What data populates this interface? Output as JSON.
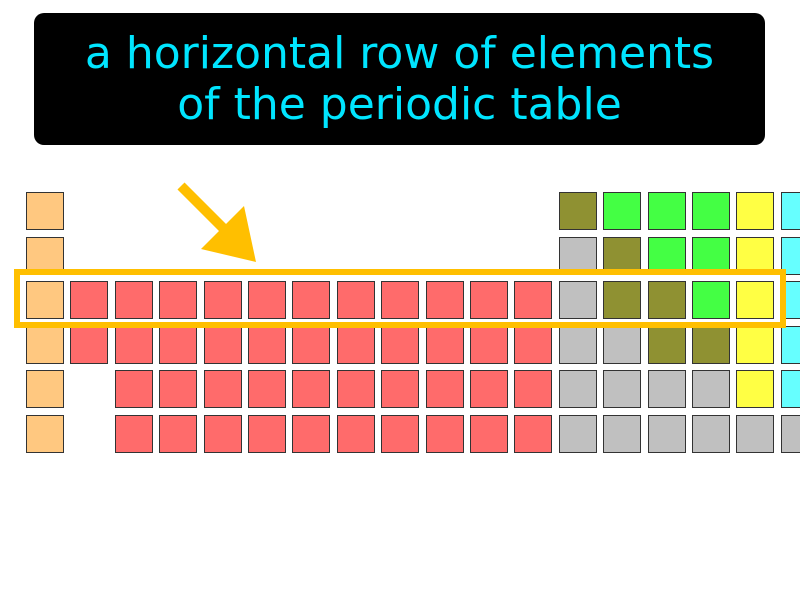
{
  "caption": {
    "line1": "a horizontal row of elements",
    "line2": "of the periodic table"
  },
  "colors": {
    "caption_bg": "#000000",
    "caption_text": "#00e5ff",
    "highlight": "#ffbf00",
    "alkali": "#ffc880",
    "transition": "#ff6b6b",
    "post_transition": "#c0c0c0",
    "metalloid": "#8f9132",
    "nonmetal": "#44ff44",
    "halogen": "#ffff44",
    "noble": "#66ffff"
  },
  "periodic_table": {
    "rows": [
      [
        "alkali",
        null,
        null,
        null,
        null,
        null,
        null,
        null,
        null,
        null,
        null,
        null,
        "metalloid",
        "nonmetal",
        "nonmetal",
        "nonmetal",
        "halogen",
        "noble"
      ],
      [
        "alkali",
        null,
        null,
        null,
        null,
        null,
        null,
        null,
        null,
        null,
        null,
        null,
        "post_transition",
        "metalloid",
        "nonmetal",
        "nonmetal",
        "halogen",
        "noble"
      ],
      [
        "alkali",
        "transition",
        "transition",
        "transition",
        "transition",
        "transition",
        "transition",
        "transition",
        "transition",
        "transition",
        "transition",
        "transition",
        "post_transition",
        "metalloid",
        "metalloid",
        "nonmetal",
        "halogen",
        "noble"
      ],
      [
        "alkali",
        "transition",
        "transition",
        "transition",
        "transition",
        "transition",
        "transition",
        "transition",
        "transition",
        "transition",
        "transition",
        "transition",
        "post_transition",
        "post_transition",
        "metalloid",
        "metalloid",
        "halogen",
        "noble"
      ],
      [
        "alkali",
        null,
        "transition",
        "transition",
        "transition",
        "transition",
        "transition",
        "transition",
        "transition",
        "transition",
        "transition",
        "transition",
        "post_transition",
        "post_transition",
        "post_transition",
        "post_transition",
        "halogen",
        "noble"
      ],
      [
        "alkali",
        null,
        "transition",
        "transition",
        "transition",
        "transition",
        "transition",
        "transition",
        "transition",
        "transition",
        "transition",
        "transition",
        "post_transition",
        "post_transition",
        "post_transition",
        "post_transition",
        "post_transition",
        "post_transition"
      ]
    ],
    "highlighted_row": 3
  }
}
